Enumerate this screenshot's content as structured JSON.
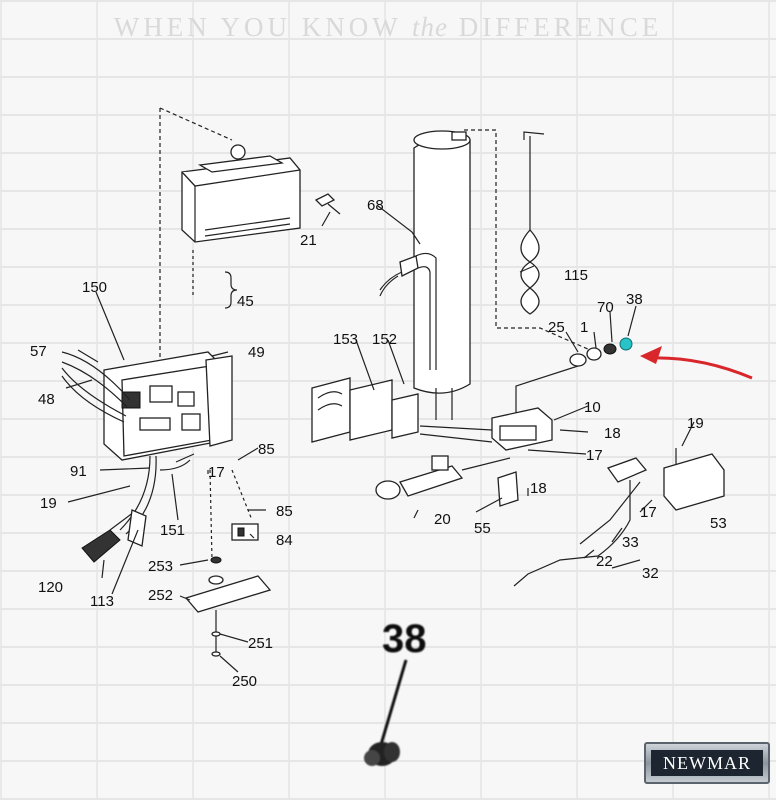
{
  "header": {
    "tagline_a": "WHEN YOU KNOW",
    "tagline_b": "the",
    "tagline_c": "DIFFERENCE"
  },
  "callouts": {
    "p68": "68",
    "p115": "115",
    "p21": "21",
    "p45": "45",
    "p150": "150",
    "p57": "57",
    "p48": "48",
    "p49": "49",
    "p153": "153",
    "p152": "152",
    "p25": "25",
    "p1": "1",
    "p70": "70",
    "p38": "38",
    "p10": "10",
    "p18a": "18",
    "p17a": "17",
    "p19a": "19",
    "p85a": "85",
    "p91": "91",
    "p17b": "17",
    "p19b": "19",
    "p151": "151",
    "p85b": "85",
    "p84": "84",
    "p18b": "18",
    "p20": "20",
    "p55": "55",
    "p17c": "17",
    "p53": "53",
    "p33": "33",
    "p22": "22",
    "p32": "32",
    "p120": "120",
    "p113": "113",
    "p253": "253",
    "p252": "252",
    "p251": "251",
    "p250": "250"
  },
  "detail": {
    "label": "38"
  },
  "logo": {
    "text": "NEWMAR"
  },
  "colors": {
    "arrow": "#d9262b",
    "highlight": "#27c3c7"
  }
}
